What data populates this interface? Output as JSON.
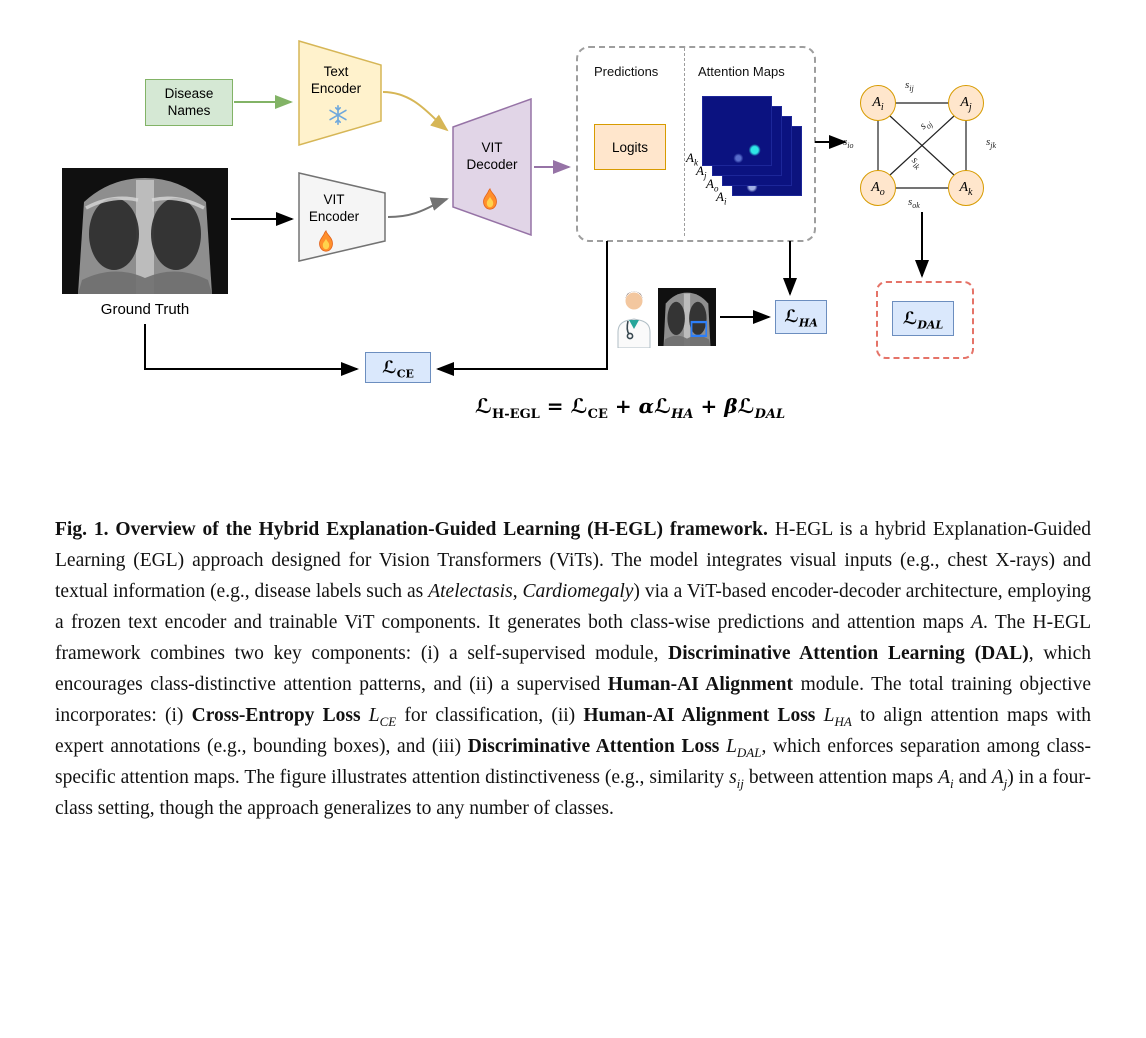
{
  "diagram": {
    "disease_names": "Disease Names",
    "text_encoder": "Text Encoder",
    "vit_encoder": "VIT Encoder",
    "vit_decoder": "VIT Decoder",
    "ground_truth": "Ground Truth",
    "panel": {
      "predictions": "Predictions",
      "attention_maps": "Attention Maps",
      "logits": "Logits"
    },
    "map_labels": [
      [
        {
          "t": "A",
          "i": true,
          "sub": "k",
          "si": true
        }
      ],
      [
        {
          "t": "A",
          "i": true,
          "sub": "j",
          "si": true
        }
      ],
      [
        {
          "t": "A",
          "i": true,
          "sub": "o",
          "si": true
        }
      ],
      [
        {
          "t": "A",
          "i": true,
          "sub": "i",
          "si": true
        }
      ]
    ],
    "graph": {
      "node_ai": [
        {
          "t": "A",
          "i": true,
          "sub": "i",
          "si": true
        }
      ],
      "node_aj": [
        {
          "t": "A",
          "i": true,
          "sub": "j",
          "si": true
        }
      ],
      "node_ao": [
        {
          "t": "A",
          "i": true,
          "sub": "o",
          "si": true
        }
      ],
      "node_ak": [
        {
          "t": "A",
          "i": true,
          "sub": "k",
          "si": true
        }
      ],
      "edge_sij": [
        {
          "t": "s",
          "i": true,
          "sub": "ij",
          "si": true
        }
      ],
      "edge_sio": [
        {
          "t": "s",
          "i": true,
          "sub": "io",
          "si": true
        }
      ],
      "edge_soj": [
        {
          "t": "s",
          "i": true,
          "sub": "oj",
          "si": true
        }
      ],
      "edge_sik": [
        {
          "t": "s",
          "i": true,
          "sub": "ik",
          "si": true
        }
      ],
      "edge_sjk": [
        {
          "t": "s",
          "i": true,
          "sub": "jk",
          "si": true
        }
      ],
      "edge_sok": [
        {
          "t": "s",
          "i": true,
          "sub": "ok",
          "si": true
        }
      ]
    },
    "loss_ce": [
      {
        "t": "ℒ",
        "b": true,
        "sub": "CE"
      }
    ],
    "loss_ha": [
      {
        "t": "ℒ",
        "b": true,
        "sub": "HA",
        "si": true
      }
    ],
    "loss_dal": [
      {
        "t": "ℒ",
        "b": true,
        "sub": "DAL",
        "si": true
      }
    ],
    "formula": [
      {
        "t": "ℒ",
        "b": true,
        "sub": "H-EGL"
      },
      {
        "t": " = ",
        "b": true
      },
      {
        "t": "ℒ",
        "b": true,
        "sub": "CE"
      },
      {
        "t": " + ",
        "b": true
      },
      {
        "t": "α",
        "b": true,
        "i": true
      },
      {
        "t": "ℒ",
        "b": true,
        "sub": "HA",
        "si": true
      },
      {
        "t": " + ",
        "b": true
      },
      {
        "t": "β",
        "b": true,
        "i": true
      },
      {
        "t": "ℒ",
        "b": true,
        "sub": "DAL",
        "si": true
      }
    ],
    "icons": {
      "snowflake_icon": "❄ frozen",
      "flame_icon": "🔥 trainable",
      "doctor_icon": "expert annotator",
      "xray_image": "chest x-ray",
      "xray_thumbnail": "chest x-ray with bounding box"
    },
    "colors": {
      "green_fill": "#d5e8d4",
      "green_stroke": "#82b366",
      "yellow_fill": "#fff2cc",
      "yellow_stroke": "#d6b656",
      "gray_fill": "#f5f5f5",
      "gray_stroke": "#737373",
      "purple_fill": "#e1d5e7",
      "purple_stroke": "#9673a6",
      "orange_fill": "#ffe6cc",
      "orange_stroke": "#d79b00",
      "blue_fill": "#dae8fc",
      "blue_stroke": "#6c8ebf",
      "red_dashed": "#e57368",
      "attention_map_navy": "#0b1280",
      "highlight_dot_cyan": "#2ee6e6"
    }
  },
  "caption": [
    {
      "t": "Fig. 1.  Overview of the Hybrid Explanation-Guided Learning (H-EGL) framework.",
      "b": true
    },
    {
      "t": " H-EGL is a hybrid Explanation-Guided Learning (EGL) approach designed for Vision Transformers (ViTs). The model integrates visual inputs (e.g., chest X-rays) and textual information (e.g., disease labels such as "
    },
    {
      "t": "Atelectasis",
      "i": true
    },
    {
      "t": ", "
    },
    {
      "t": "Cardiomegaly",
      "i": true
    },
    {
      "t": ") via a ViT-based encoder-decoder architecture, employing a frozen text encoder and trainable ViT components. It generates both class-wise predictions and attention maps "
    },
    {
      "t": "A",
      "i": true
    },
    {
      "t": ". The H-EGL framework combines two key components: (i) a self-supervised module, "
    },
    {
      "t": "Discriminative Attention Learning (DAL)",
      "b": true
    },
    {
      "t": ", which encourages class-distinctive attention patterns, and (ii) a supervised "
    },
    {
      "t": "Human-AI Alignment",
      "b": true
    },
    {
      "t": " module. The total training objective incorporates: (i) "
    },
    {
      "t": "Cross-Entropy Loss",
      "b": true
    },
    {
      "t": " "
    },
    {
      "t": "L",
      "i": true,
      "sub": "CE",
      "si": true
    },
    {
      "t": " for classification, (ii) "
    },
    {
      "t": "Human-AI Alignment Loss",
      "b": true
    },
    {
      "t": " "
    },
    {
      "t": "L",
      "i": true,
      "sub": "HA",
      "si": true
    },
    {
      "t": " to align attention maps with expert annotations (e.g., bounding boxes), and (iii) "
    },
    {
      "t": "Discriminative Attention Loss",
      "b": true
    },
    {
      "t": " "
    },
    {
      "t": "L",
      "i": true,
      "sub": "DAL",
      "si": true
    },
    {
      "t": ", which enforces separation among class-specific attention maps. The figure illustrates attention distinctiveness (e.g., similarity "
    },
    {
      "t": "s",
      "i": true,
      "sub": "ij",
      "si": true
    },
    {
      "t": " between attention maps "
    },
    {
      "t": "A",
      "i": true,
      "sub": "i",
      "si": true
    },
    {
      "t": " and "
    },
    {
      "t": "A",
      "i": true,
      "sub": "j",
      "si": true
    },
    {
      "t": ") in a four-class setting, though the approach generalizes to any number of classes."
    }
  ]
}
